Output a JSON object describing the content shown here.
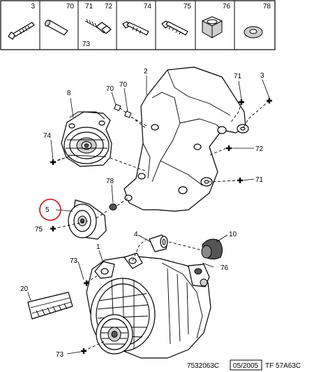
{
  "header": {
    "cells": [
      {
        "label": "3",
        "icon": "long-screw-icon"
      },
      {
        "label": "70",
        "icon": "dowel-pin-icon"
      },
      {
        "label": "71",
        "label2": "72",
        "label3": "73",
        "icon": "flange-bolt-icon"
      },
      {
        "label": "74",
        "icon": "hex-bolt-icon"
      },
      {
        "label": "75",
        "icon": "stud-bolt-icon"
      },
      {
        "label": "76",
        "icon": "hex-nut-icon"
      },
      {
        "label": "78",
        "icon": "washer-icon"
      }
    ]
  },
  "callouts": {
    "c2": "2",
    "c3": "3",
    "c71a": "71",
    "c8": "8",
    "c70a": "70",
    "c70b": "70",
    "c74": "74",
    "c72": "72",
    "c71b": "71",
    "c78": "78",
    "c5": "5",
    "c75": "75",
    "c4": "4",
    "c10": "10",
    "c1": "1",
    "c73a": "73",
    "c76": "76",
    "c20": "20",
    "c73b": "73"
  },
  "highlight": {
    "part": "5",
    "color": "#cc1111"
  },
  "footer": {
    "ref": "7532063C",
    "date": "05/2005",
    "code": "TF 57A63C"
  }
}
